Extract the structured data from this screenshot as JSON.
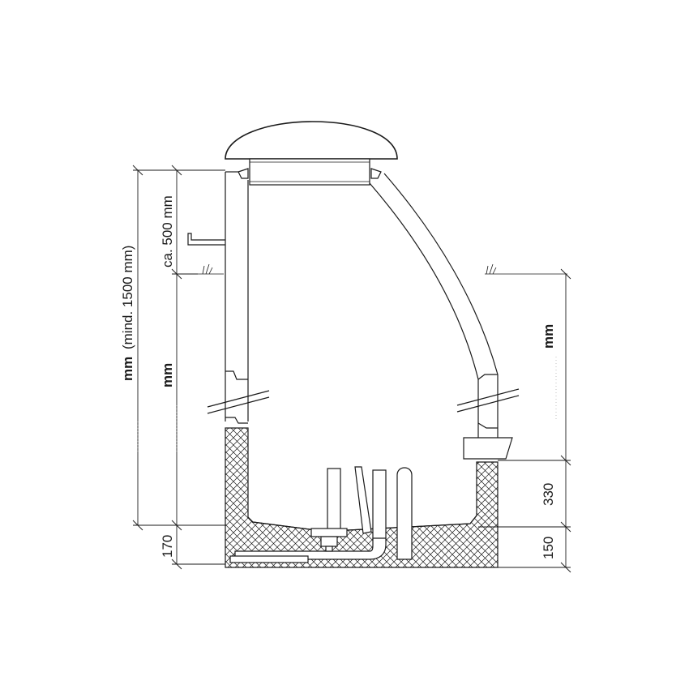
{
  "dimensions": {
    "left_outer": {
      "unit": "mm",
      "note": "(mind. 1500 mm)"
    },
    "left_inner": {
      "unit": "mm"
    },
    "left_top": {
      "text": "ca. 500 mm"
    },
    "left_bottom": {
      "text": "170"
    },
    "right_upper": {
      "unit": "mm"
    },
    "right_mid": {
      "text": "330"
    },
    "right_bottom": {
      "text": "150"
    }
  },
  "icons": [
    "grass-symbol-left",
    "grass-symbol-right"
  ],
  "colors": {
    "line": "#1a1a1a",
    "background": "#ffffff"
  }
}
